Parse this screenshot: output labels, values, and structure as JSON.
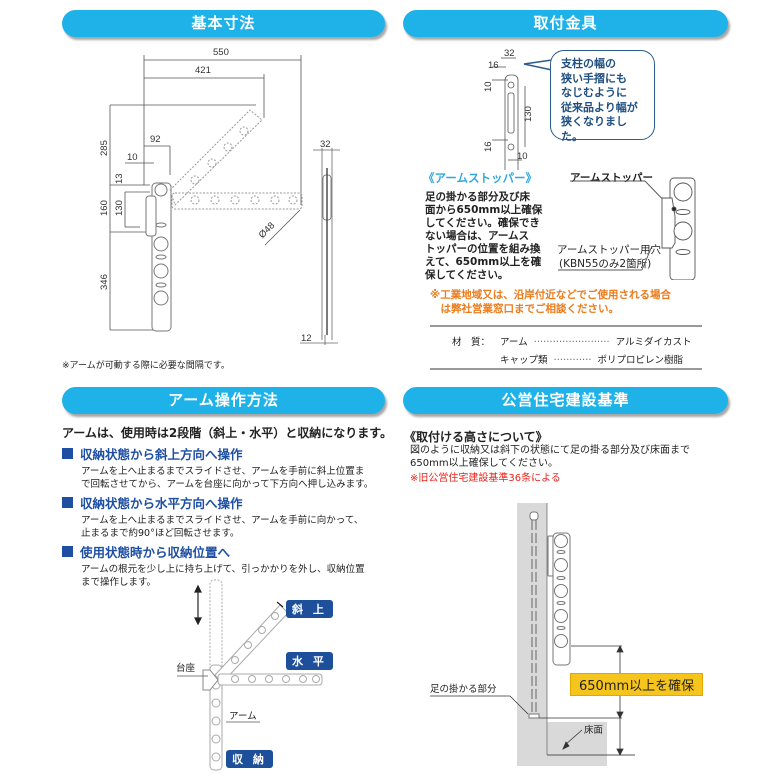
{
  "sections": {
    "basic_dimensions": {
      "title": "基本寸法",
      "dimensions": {
        "overall_width": "550",
        "arm_width": "421",
        "height_upper": "285",
        "base_offset": "92",
        "offset_small": "10",
        "offset_13": "13",
        "height_160": "160",
        "height_130": "130",
        "arm_length": "346",
        "diameter": "Ø48",
        "side_width": "32",
        "side_bottom": "12"
      },
      "note": "※アームが可動する際に必要な間隔です。"
    },
    "mounting_bracket": {
      "title": "取付金具",
      "dimensions": {
        "width": "32",
        "left_offset": "16",
        "top_hole": "10",
        "hole_span": "130",
        "bottom_offset": "16",
        "bottom_width": "10"
      },
      "bubble_text": "支柱の幅の\n狭い手摺にも\nなじむように\n従来品より幅が\n狭くなりました。",
      "stopper_title": "《アームストッパー》",
      "stopper_body": "足の掛かる部分及び床\n面から650mm以上確保\nしてください。確保でき\nない場合は、アームス\nトッパーの位置を組み換\nえて、650mm以上を確\n保してください。",
      "stopper_label": "アームストッパー",
      "stopper_hole_label": "アームストッパー用穴",
      "stopper_hole_note": "(KBN55のみ2箇所)",
      "warning": "※工業地域又は、沿岸付近などでご使用される場合\n　は弊社営業窓口までご相談ください。",
      "materials": {
        "label": "材　質：",
        "rows": [
          {
            "part": "アーム",
            "dots": "……………………",
            "material": "アルミダイカスト"
          },
          {
            "part": "キャップ類",
            "dots": "…………",
            "material": "ポリプロピレン樹脂"
          }
        ]
      }
    },
    "arm_operation": {
      "title": "アーム操作方法",
      "intro": "アームは、使用時は2段階（斜上・水平）と収納になります。",
      "steps": [
        {
          "heading": "収納状態から斜上方向へ操作",
          "body": "アームを上へ止まるまでスライドさせ、アームを手前に斜上位置ま\nで回転させてから、アームを台座に向かって下方向へ押し込みます。"
        },
        {
          "heading": "収納状態から水平方向へ操作",
          "body": "アームを上へ止まるまでスライドさせ、アームを手前に向かって、\n止まるまで約90°ほど回転させます。"
        },
        {
          "heading": "使用状態時から収納位置へ",
          "body": "アームの根元を少し上に持ち上げて、引っかかりを外し、収納位置\nまで操作します。"
        }
      ],
      "diagram_labels": {
        "diagonal": "斜 上",
        "horizontal": "水 平",
        "stored": "収 納",
        "base": "台座",
        "arm": "アーム"
      }
    },
    "public_housing": {
      "title": "公営住宅建設基準",
      "subtitle": "《取付ける高さについて》",
      "body": "図のように収納又は斜下の状態にて足の掛る部分及び床面まで\n650mm以上確保してください。",
      "note": "※旧公営住宅建設基準36条による",
      "foot_label": "足の掛かる部分",
      "floor_label": "床面",
      "clearance_label": "650mm以上を確保"
    }
  },
  "colors": {
    "header_bg": "#1fb2e8",
    "heading_blue": "#1e4fa3",
    "warning_orange": "#ec7c1c",
    "note_red": "#e8231a",
    "highlight_yellow": "#f6c51d",
    "stopper_title_blue": "#30a8df",
    "bubble_border": "#2a5c8c"
  }
}
